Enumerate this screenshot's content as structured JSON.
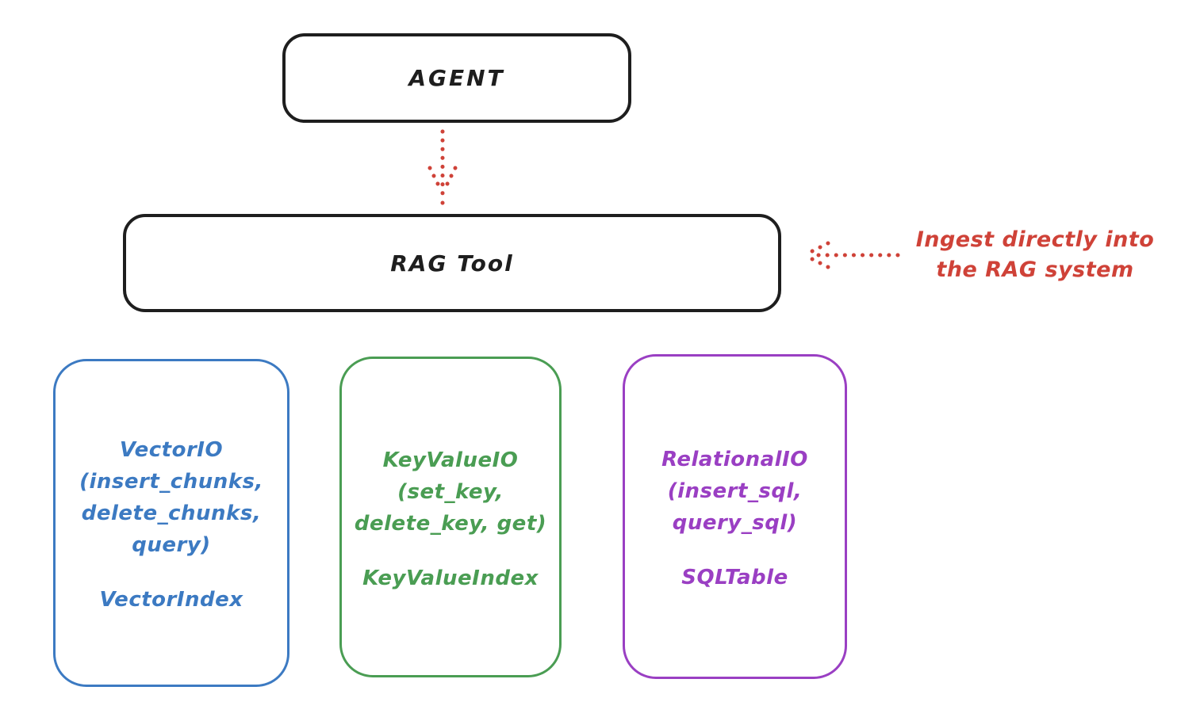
{
  "colors": {
    "stroke_black": "#1e1e1e",
    "accent_red": "#cf4238",
    "vector_blue": "#3c7ac2",
    "keyvalue_green": "#4a9d53",
    "relational_purple": "#9a3fc3",
    "background": "#ffffff"
  },
  "agent": {
    "label": "AGENT"
  },
  "rag_tool": {
    "label": "RAG Tool"
  },
  "annotation": {
    "line1": "Ingest directly into",
    "line2": "the RAG system"
  },
  "icons": {
    "down_connector": "red-dotted-arrow-down",
    "ingest_connector": "red-dotted-arrow-left"
  },
  "boxes": [
    {
      "id": "vector-io",
      "color": "#3c7ac2",
      "lines": [
        "VectorIO",
        "(insert_chunks,",
        "delete_chunks,",
        "query)"
      ],
      "index_label": "VectorIndex"
    },
    {
      "id": "keyvalue-io",
      "color": "#4a9d53",
      "lines": [
        "KeyValueIO",
        "(set_key,",
        "delete_key, get)"
      ],
      "index_label": "KeyValueIndex"
    },
    {
      "id": "relational-io",
      "color": "#9a3fc3",
      "lines": [
        "RelationalIO",
        "(insert_sql,",
        "query_sql)"
      ],
      "index_label": "SQLTable"
    }
  ]
}
